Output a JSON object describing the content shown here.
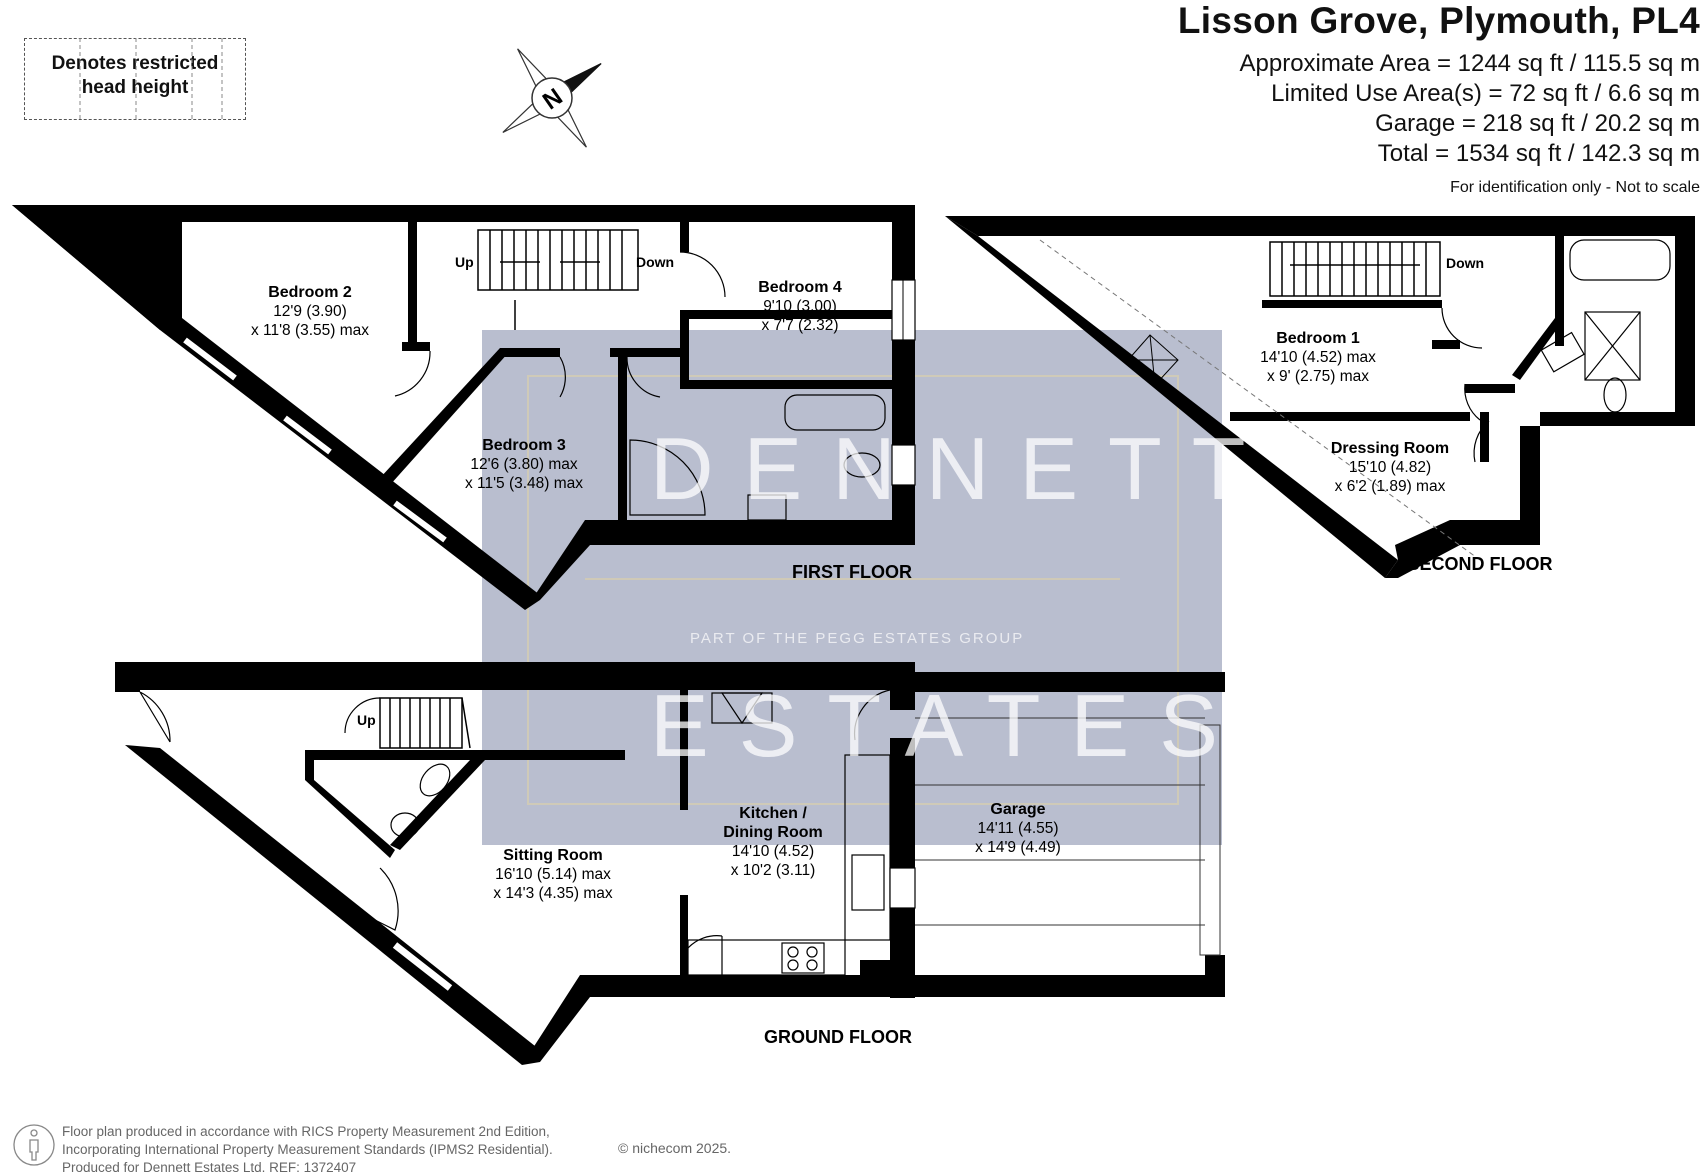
{
  "header": {
    "title": "Lisson Grove, Plymouth, PL4",
    "approx_area": "Approximate Area = 1244 sq ft / 115.5 sq m",
    "limited_use": "Limited Use Area(s) = 72 sq ft / 6.6 sq m",
    "garage": "Garage = 218 sq ft / 20.2 sq m",
    "total": "Total = 1534 sq ft / 142.3 sq m",
    "note": "For identification only - Not to scale"
  },
  "legend": {
    "restricted_line1": "Denotes restricted",
    "restricted_line2": "head height"
  },
  "compass": {
    "label": "N"
  },
  "floors": {
    "first": "FIRST FLOOR",
    "second": "SECOND FLOOR",
    "ground": "GROUND FLOOR"
  },
  "stairs": {
    "first_up": "Up",
    "first_down": "Down",
    "second_down": "Down",
    "ground_up": "Up"
  },
  "rooms": {
    "bedroom2": {
      "name": "Bedroom 2",
      "dim1": "12'9 (3.90)",
      "dim2": "x 11'8 (3.55) max"
    },
    "bedroom4": {
      "name": "Bedroom 4",
      "dim1": "9'10 (3.00)",
      "dim2": "x 7'7 (2.32)"
    },
    "bedroom3": {
      "name": "Bedroom 3",
      "dim1": "12'6 (3.80) max",
      "dim2": "x 11'5 (3.48)  max"
    },
    "bedroom1": {
      "name": "Bedroom 1",
      "dim1": "14'10 (4.52) max",
      "dim2": "x 9' (2.75)  max"
    },
    "dressing": {
      "name": "Dressing Room",
      "dim1": "15'10 (4.82)",
      "dim2": "x 6'2 (1.89) max"
    },
    "sitting": {
      "name": "Sitting Room",
      "dim1": "16'10 (5.14) max",
      "dim2": "x 14'3 (4.35)  max"
    },
    "kitchen": {
      "name1": "Kitchen /",
      "name2": "Dining Room",
      "dim1": "14'10 (4.52)",
      "dim2": "x 10'2 (3.11)"
    },
    "garage": {
      "name": "Garage",
      "dim1": "14'11 (4.55)",
      "dim2": "x 14'9 (4.49)"
    }
  },
  "watermark": {
    "name": "DENNETT",
    "group": "PART OF THE PEGG ESTATES GROUP",
    "sub": "ESTATES"
  },
  "footer": {
    "line1": "Floor plan produced in accordance with RICS Property Measurement 2nd Edition,",
    "line2": "Incorporating International Property Measurement Standards (IPMS2 Residential).",
    "line3": "Produced for Dennett Estates Ltd.   REF:  1372407",
    "copyright": "© nichecom 2025."
  },
  "colors": {
    "wall": "#000000",
    "watermark_panel": "#7f89a8",
    "text": "#111111"
  }
}
